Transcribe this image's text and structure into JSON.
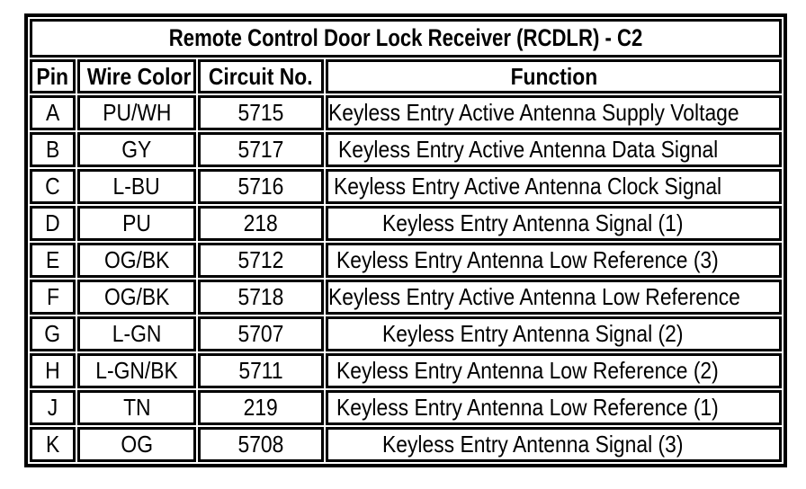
{
  "table": {
    "title": "Remote Control Door Lock Receiver (RCDLR) - C2",
    "columns": [
      "Pin",
      "Wire Color",
      "Circuit No.",
      "Function"
    ],
    "rows": [
      {
        "pin": "A",
        "wire_color": "PU/WH",
        "circuit_no": "5715",
        "function": "Keyless Entry Active Antenna Supply Voltage"
      },
      {
        "pin": "B",
        "wire_color": "GY",
        "circuit_no": "5717",
        "function": "Keyless Entry Active Antenna Data Signal"
      },
      {
        "pin": "C",
        "wire_color": "L-BU",
        "circuit_no": "5716",
        "function": "Keyless Entry Active Antenna Clock Signal"
      },
      {
        "pin": "D",
        "wire_color": "PU",
        "circuit_no": "218",
        "function": "Keyless Entry Antenna Signal (1)"
      },
      {
        "pin": "E",
        "wire_color": "OG/BK",
        "circuit_no": "5712",
        "function": "Keyless Entry Antenna Low Reference (3)"
      },
      {
        "pin": "F",
        "wire_color": "OG/BK",
        "circuit_no": "5718",
        "function": "Keyless Entry Active Antenna Low Reference"
      },
      {
        "pin": "G",
        "wire_color": "L-GN",
        "circuit_no": "5707",
        "function": "Keyless Entry Antenna Signal (2)"
      },
      {
        "pin": "H",
        "wire_color": "L-GN/BK",
        "circuit_no": "5711",
        "function": "Keyless Entry Antenna Low Reference (2)"
      },
      {
        "pin": "J",
        "wire_color": "TN",
        "circuit_no": "219",
        "function": "Keyless Entry Antenna Low Reference (1)"
      },
      {
        "pin": "K",
        "wire_color": "OG",
        "circuit_no": "5708",
        "function": "Keyless Entry Antenna Signal (3)"
      }
    ],
    "colors": {
      "border": "#000000",
      "background": "#ffffff",
      "text": "#000000"
    }
  }
}
